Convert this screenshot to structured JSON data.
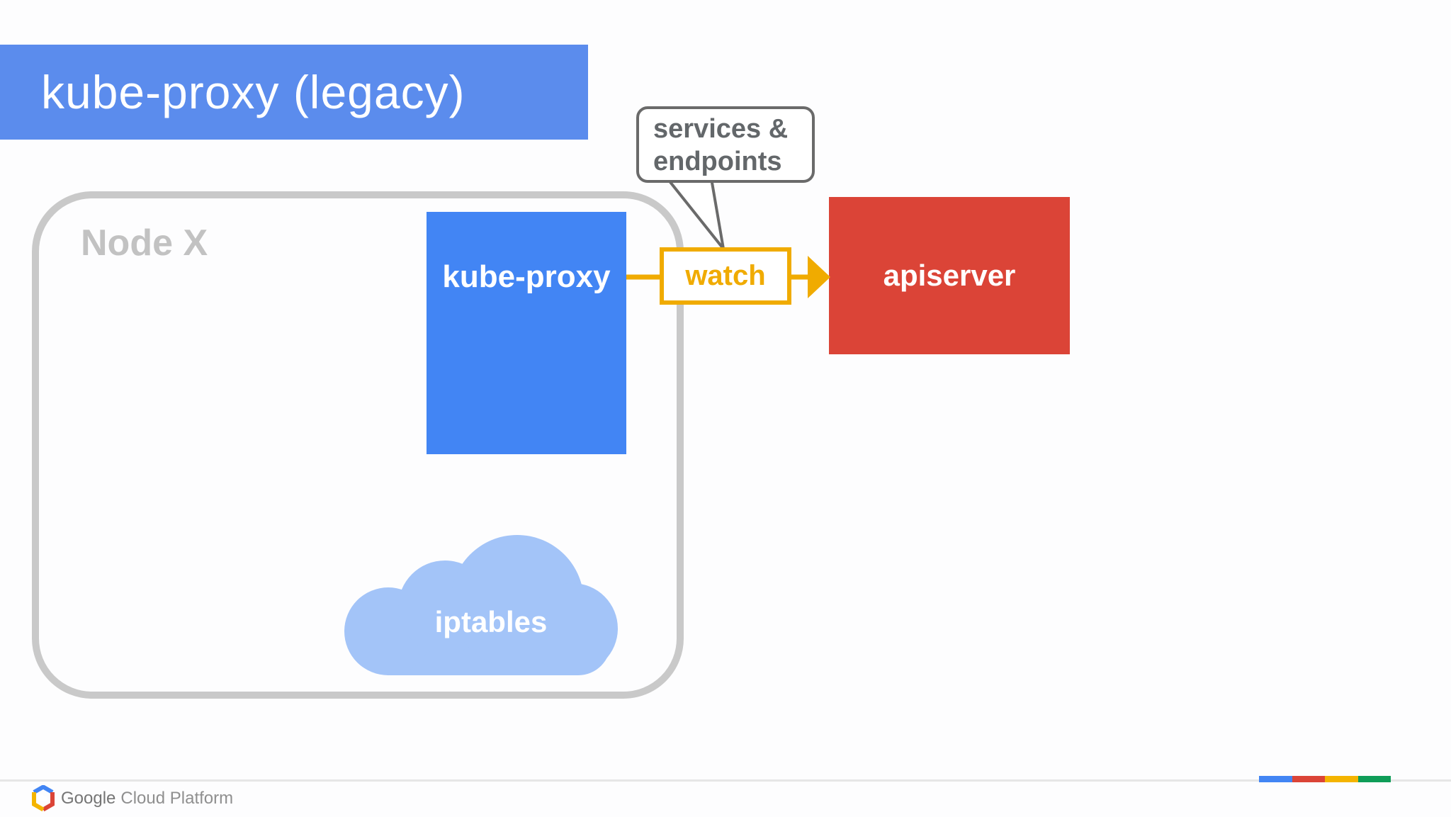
{
  "title": {
    "text": "kube-proxy (legacy)"
  },
  "node": {
    "label": "Node X",
    "kube_proxy_label": "kube-proxy",
    "iptables_label": "iptables"
  },
  "flow": {
    "watch_label": "watch",
    "apiserver_label": "apiserver"
  },
  "callout": {
    "line1": "services &",
    "line2": "endpoints"
  },
  "footer": {
    "brand_name": "Google",
    "brand_suffix": "Cloud Platform"
  },
  "theme": {
    "title-blue": "#5B8CED",
    "box-blue": "#4285F4",
    "cloud-blue": "#A3C4F8",
    "red": "#DB4437",
    "gold": "#F0AB00",
    "node-gray": "#C9C9C9",
    "node-label-gray": "#C2C2C2",
    "callout-gray": "#6A6A6A",
    "callout-text": "#63676A",
    "divider-gray": "#E6E6E6",
    "g-blue": "#4285F4",
    "g-red": "#DB4437",
    "g-yellow": "#F4B400",
    "g-green": "#0F9D58",
    "brand-gray": "#757575",
    "brand-light-gray": "#8F8F8F"
  }
}
